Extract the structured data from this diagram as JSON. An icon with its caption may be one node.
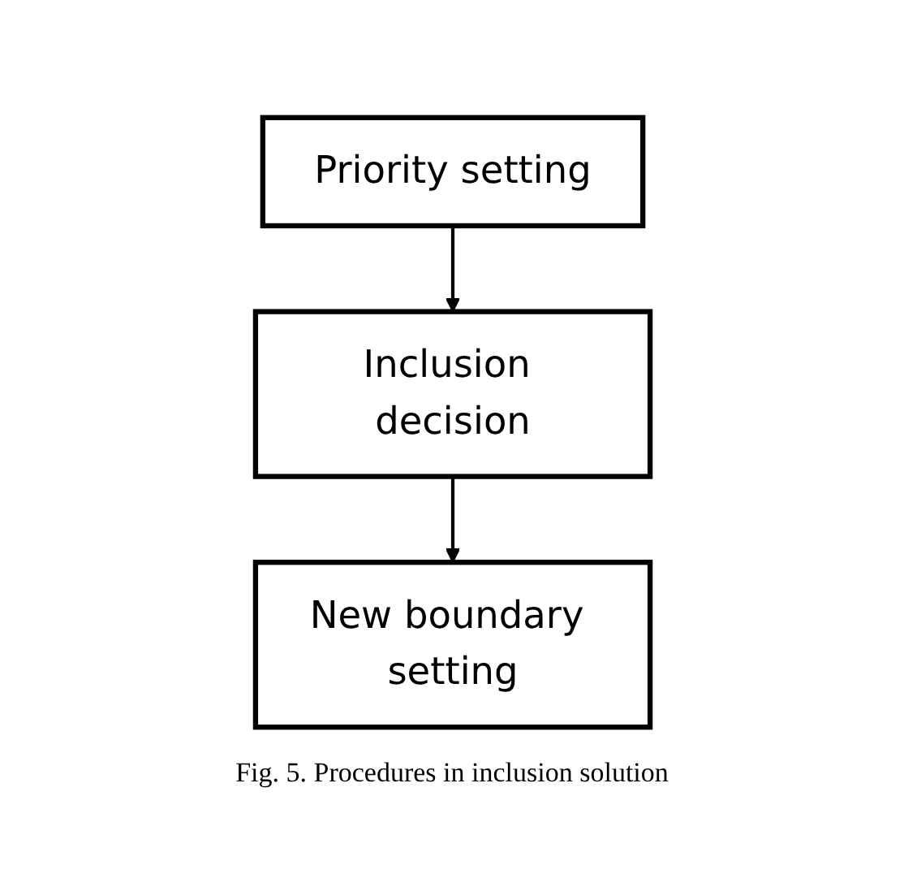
{
  "diagram": {
    "caption": "Fig. 5. Procedures in inclusion solution",
    "nodes": [
      {
        "text": [
          "Priority setting"
        ]
      },
      {
        "text": [
          "Inclusion decision"
        ]
      },
      {
        "text": [
          "New boundary setting"
        ]
      }
    ],
    "edges": [
      {
        "from": 0,
        "to": 1,
        "arrow": "to"
      },
      {
        "from": 1,
        "to": 2,
        "arrow": "to"
      }
    ]
  }
}
